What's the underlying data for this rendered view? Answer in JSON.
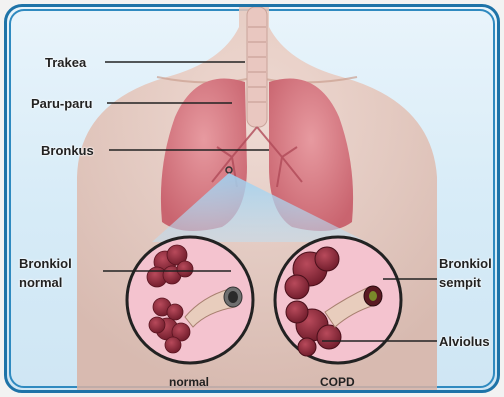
{
  "labels": {
    "trakea": "Trakea",
    "paru_paru": "Paru-paru",
    "bronkus": "Bronkus",
    "bronkiol_normal_line1": "Bronkiol",
    "bronkiol_normal_line2": "normal",
    "bronkiol_sempit_line1": "Bronkiol",
    "bronkiol_sempit_line2": "sempit",
    "alviolus": "Alviolus"
  },
  "captions": {
    "normal": "normal",
    "copd": "COPD"
  },
  "colors": {
    "frame_border": "#1e73a8",
    "background": "#dcedf8",
    "lung": "#d9848c",
    "alveoli": "#8e2a3a",
    "zoom_circle_fill": "#f4c3cf"
  }
}
